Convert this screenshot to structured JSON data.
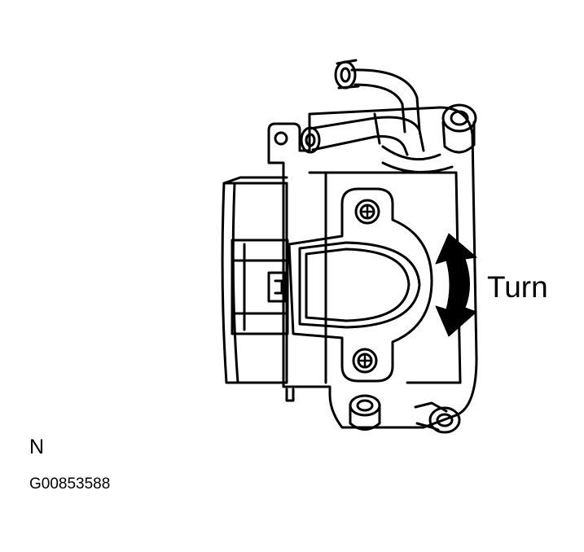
{
  "labels": {
    "turn": "Turn",
    "view": "N",
    "figure_code": "G00853588"
  },
  "colors": {
    "ink": "#000000",
    "paper": "#ffffff"
  }
}
